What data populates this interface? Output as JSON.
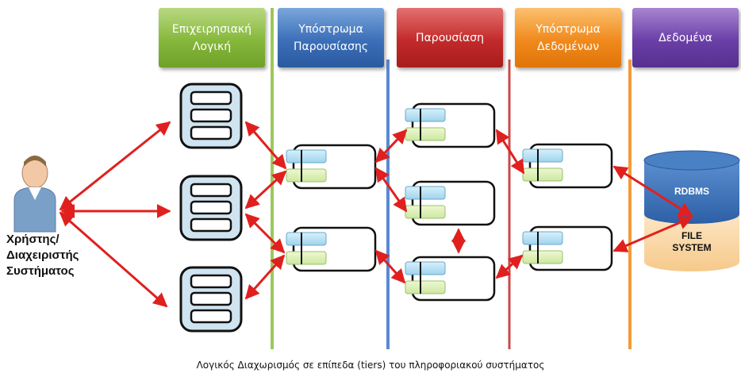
{
  "headers": [
    {
      "label": "Επιχειρησιακή\nΛογική"
    },
    {
      "label": "Υπόστρωμα\nΠαρουσίασης"
    },
    {
      "label": "Παρουσίαση"
    },
    {
      "label": "Υπόστρωμα\nΔεδομένων"
    },
    {
      "label": "Δεδομένα"
    }
  ],
  "user": {
    "label": "Χρήστης/\nΔιαχειριστής\nΣυστήματος"
  },
  "database": {
    "top_label": "RDBMS",
    "bottom_label": "FILE\nSYSTEM"
  },
  "caption": "Λογικός Διαχωρισμός σε επίπεδα (tiers) του πληροφοριακού συστήματος",
  "colors": {
    "green": "#8cbc40",
    "blue": "#3c6fb8",
    "red": "#c22a2a",
    "orange": "#f08a1c",
    "purple": "#6a3fa8",
    "arrow": "#e0201e"
  }
}
